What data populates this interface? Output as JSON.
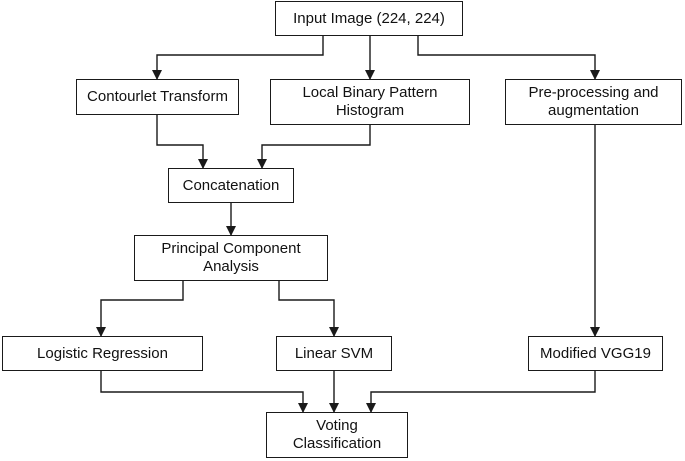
{
  "diagram": {
    "nodes": {
      "input": "Input Image (224, 224)",
      "contourlet": "Contourlet Transform",
      "lbp": "Local Binary Pattern Histogram",
      "preproc": "Pre-processing and augmentation",
      "concat": "Concatenation",
      "pca": "Principal Component Analysis",
      "logreg": "Logistic Regression",
      "svm": "Linear SVM",
      "vgg": "Modified VGG19",
      "voting": "Voting Classification"
    },
    "edges": [
      [
        "input",
        "contourlet"
      ],
      [
        "input",
        "lbp"
      ],
      [
        "input",
        "preproc"
      ],
      [
        "contourlet",
        "concat"
      ],
      [
        "lbp",
        "concat"
      ],
      [
        "concat",
        "pca"
      ],
      [
        "pca",
        "logreg"
      ],
      [
        "pca",
        "svm"
      ],
      [
        "preproc",
        "vgg"
      ],
      [
        "logreg",
        "voting"
      ],
      [
        "svm",
        "voting"
      ],
      [
        "vgg",
        "voting"
      ]
    ],
    "colors": {
      "line": "#1a1a1a",
      "box_fill": "#ffffff",
      "text": "#111111"
    }
  }
}
